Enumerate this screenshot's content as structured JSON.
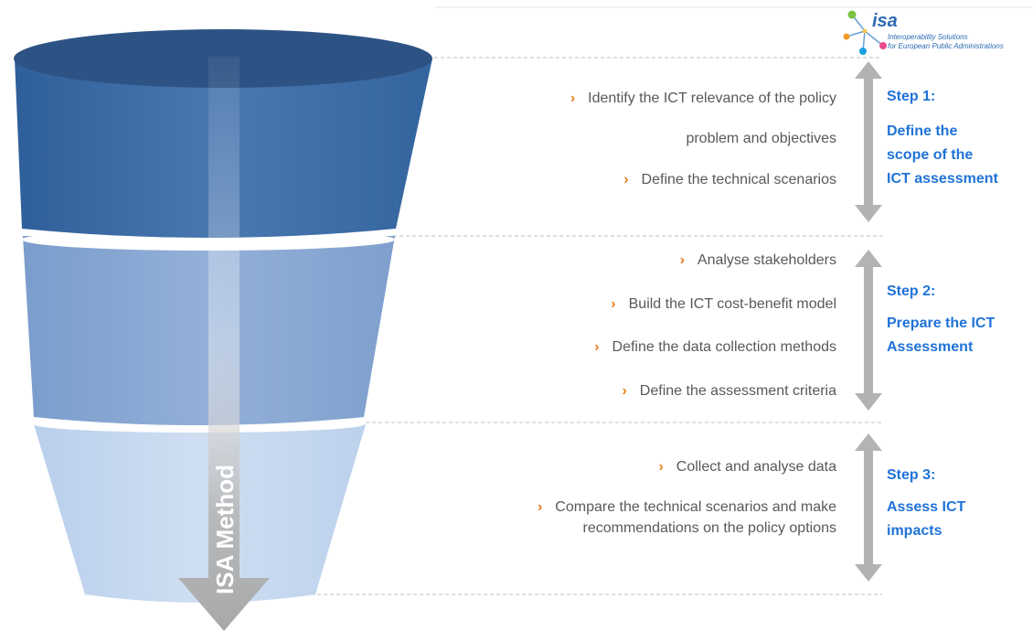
{
  "logo": {
    "word": "isa",
    "tagline_line1": "Interoperability Solutions",
    "tagline_line2": "for European Public Administrations"
  },
  "funnel": {
    "arrow_label": "ISA Method",
    "colors": {
      "top": "#3f6ea8",
      "middle": "#86a6d1",
      "bottom": "#c6d8ef",
      "rim": "#2d5384"
    }
  },
  "steps": [
    {
      "title": "Step 1:",
      "name_lines": [
        "Define the",
        "scope of the",
        "ICT assessment"
      ],
      "bullets": [
        {
          "line1": "Identify the ICT relevance of the policy",
          "line2": "problem and objectives"
        },
        {
          "line1": "Define the technical scenarios"
        }
      ]
    },
    {
      "title": "Step 2:",
      "name_lines": [
        "Prepare the ICT",
        "Assessment"
      ],
      "bullets": [
        {
          "line1": "Analyse stakeholders"
        },
        {
          "line1": "Build the ICT cost-benefit model"
        },
        {
          "line1": "Define the data collection methods"
        },
        {
          "line1": "Define the assessment criteria"
        }
      ]
    },
    {
      "title": "Step 3:",
      "name_lines": [
        "Assess ICT",
        "impacts"
      ],
      "bullets": [
        {
          "line1": "Collect and analyse data"
        },
        {
          "line1": "Compare the technical scenarios and make",
          "line2": "recommendations on the policy options"
        }
      ]
    }
  ],
  "accent_colors": {
    "step_text": "#1f73d8",
    "bullet_marker": "#e6821e",
    "bullet_text": "#595959",
    "arrows": "#b3b3b3"
  }
}
